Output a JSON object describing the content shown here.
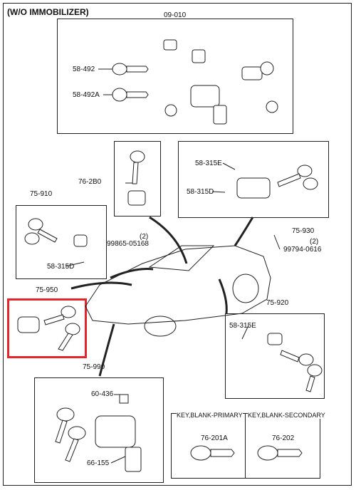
{
  "title": "(W/O IMMOBILIZER)",
  "labels": {
    "p09_010": "09-010",
    "p58_492": "58-492",
    "p58_492a": "58-492A",
    "p76_2b0": "76-2B0",
    "p75_910": "75-910",
    "p58_315d_left": "58-315D",
    "p99865": "99865-05168",
    "p99865_qty": "(2)",
    "p58_315e_top": "58-315E",
    "p58_315d_top": "58-315D",
    "p75_930": "75-930",
    "p99794": "99794-0616",
    "p99794_qty": "(2)",
    "p75_950": "75-950",
    "p75_920": "75-920",
    "p58_315e_right": "58-315E",
    "p75_990": "75-990",
    "p60_436": "60-436",
    "p66_155": "66-155",
    "key_primary_title": "KEY,BLANK-PRIMARY",
    "key_secondary_title": "KEY,BLANK-SECONDARY",
    "p76_201a": "76-201A",
    "p76_202": "76-202"
  },
  "highlight_color": "#e3262b"
}
